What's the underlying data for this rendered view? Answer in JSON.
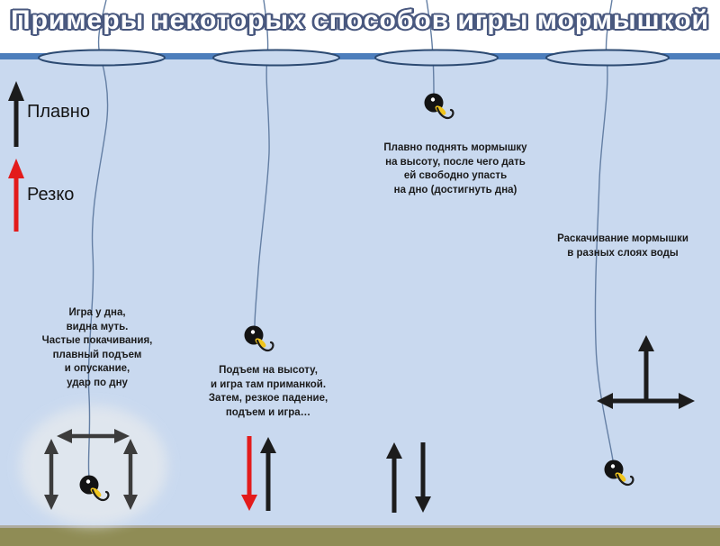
{
  "title": "Примеры некоторых способов игры мормышкой",
  "legend": {
    "smooth_label": "Плавно",
    "sharp_label": "Резко"
  },
  "techniques": [
    {
      "name": "play-at-bottom",
      "caption": "Игра у дна,\nвидна муть.\nЧастые покачивания,\nплавный подъем\nи опускание,\nудар по дну"
    },
    {
      "name": "lift-play-sharp-drop",
      "caption": "Подъем на высоту,\nи игра там приманкой.\nЗатем, резкое падение,\nподъем и игра…"
    },
    {
      "name": "smooth-lift-free-fall",
      "caption": "Плавно поднять мормышку\nна высоту, после чего дать\nей свободно упасть\nна дно (достигнуть дна)"
    },
    {
      "name": "swing-in-layers",
      "caption": "Раскачивание мормышки\nв разных слоях воды"
    }
  ],
  "icons": [
    "jig-icon",
    "ice-hole",
    "fishing-line",
    "mud-cloud-icon",
    "up-arrow-icon",
    "down-arrow-icon",
    "up-down-arrow-icon",
    "left-right-arrow-icon",
    "t-shaped-arrows-icon"
  ],
  "colors": {
    "water": "#c9d9ef",
    "ice_band": "#4d7ebc",
    "hole_outline": "#2c4a72",
    "fishing_line": "#647fa4",
    "arrow_black": "#1c1c1c",
    "arrow_red": "#e31b1b",
    "arrow_gray": "#3c3c3c",
    "bottom_olive": "#8f8c55",
    "title_fill": "#ffffff",
    "title_outline": "#49587f",
    "jig_body": "#131313",
    "jig_gold": "#f0c51e",
    "mud_cloud": "#e8ebee"
  }
}
